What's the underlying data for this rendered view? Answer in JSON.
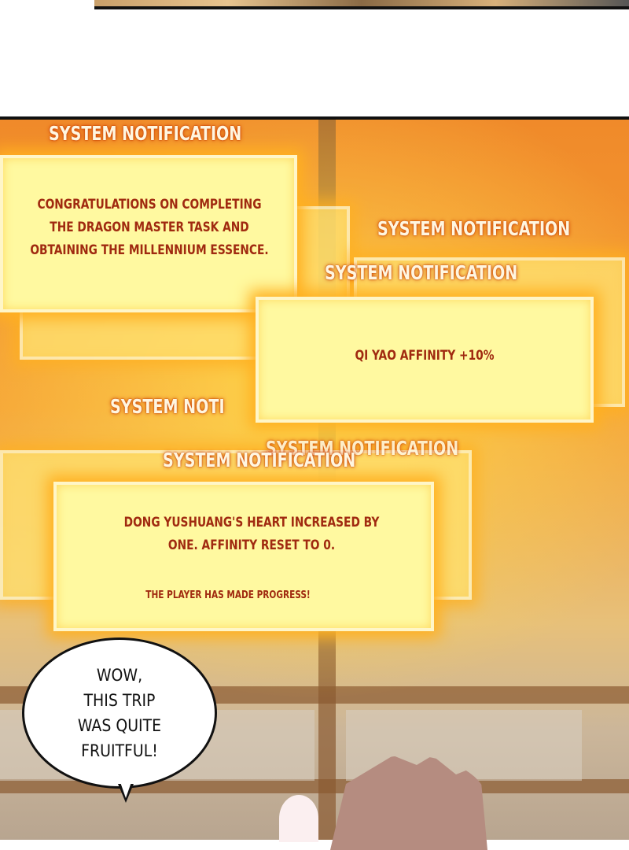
{
  "notifications": [
    {
      "header": "SYSTEM NOTIFICATION",
      "lines": [
        "CONGRATULATIONS ON COMPLETING",
        "THE DRAGON MASTER TASK AND",
        "OBTAINING THE MILLENNIUM ESSENCE."
      ]
    },
    {
      "header": "SYSTEM NOTIFICATION"
    },
    {
      "header": "SYSTEM NOTIFICATION",
      "lines": [
        "QI YAO AFFINITY +10%"
      ]
    },
    {
      "header": "SYSTEM NOTI"
    },
    {
      "header": "SYSTEM NOTIFICATION"
    },
    {
      "header": "SYSTEM NOTIFICATION",
      "lines": [
        "DONG YUSHUANG'S HEART INCREASED BY",
        "ONE. AFFINITY RESET TO 0."
      ],
      "footer": "THE PLAYER HAS MADE PROGRESS!"
    }
  ],
  "speech_bubble": {
    "text": "WOW,\nTHIS TRIP\nWAS QUITE\nFRUITFUL!"
  }
}
